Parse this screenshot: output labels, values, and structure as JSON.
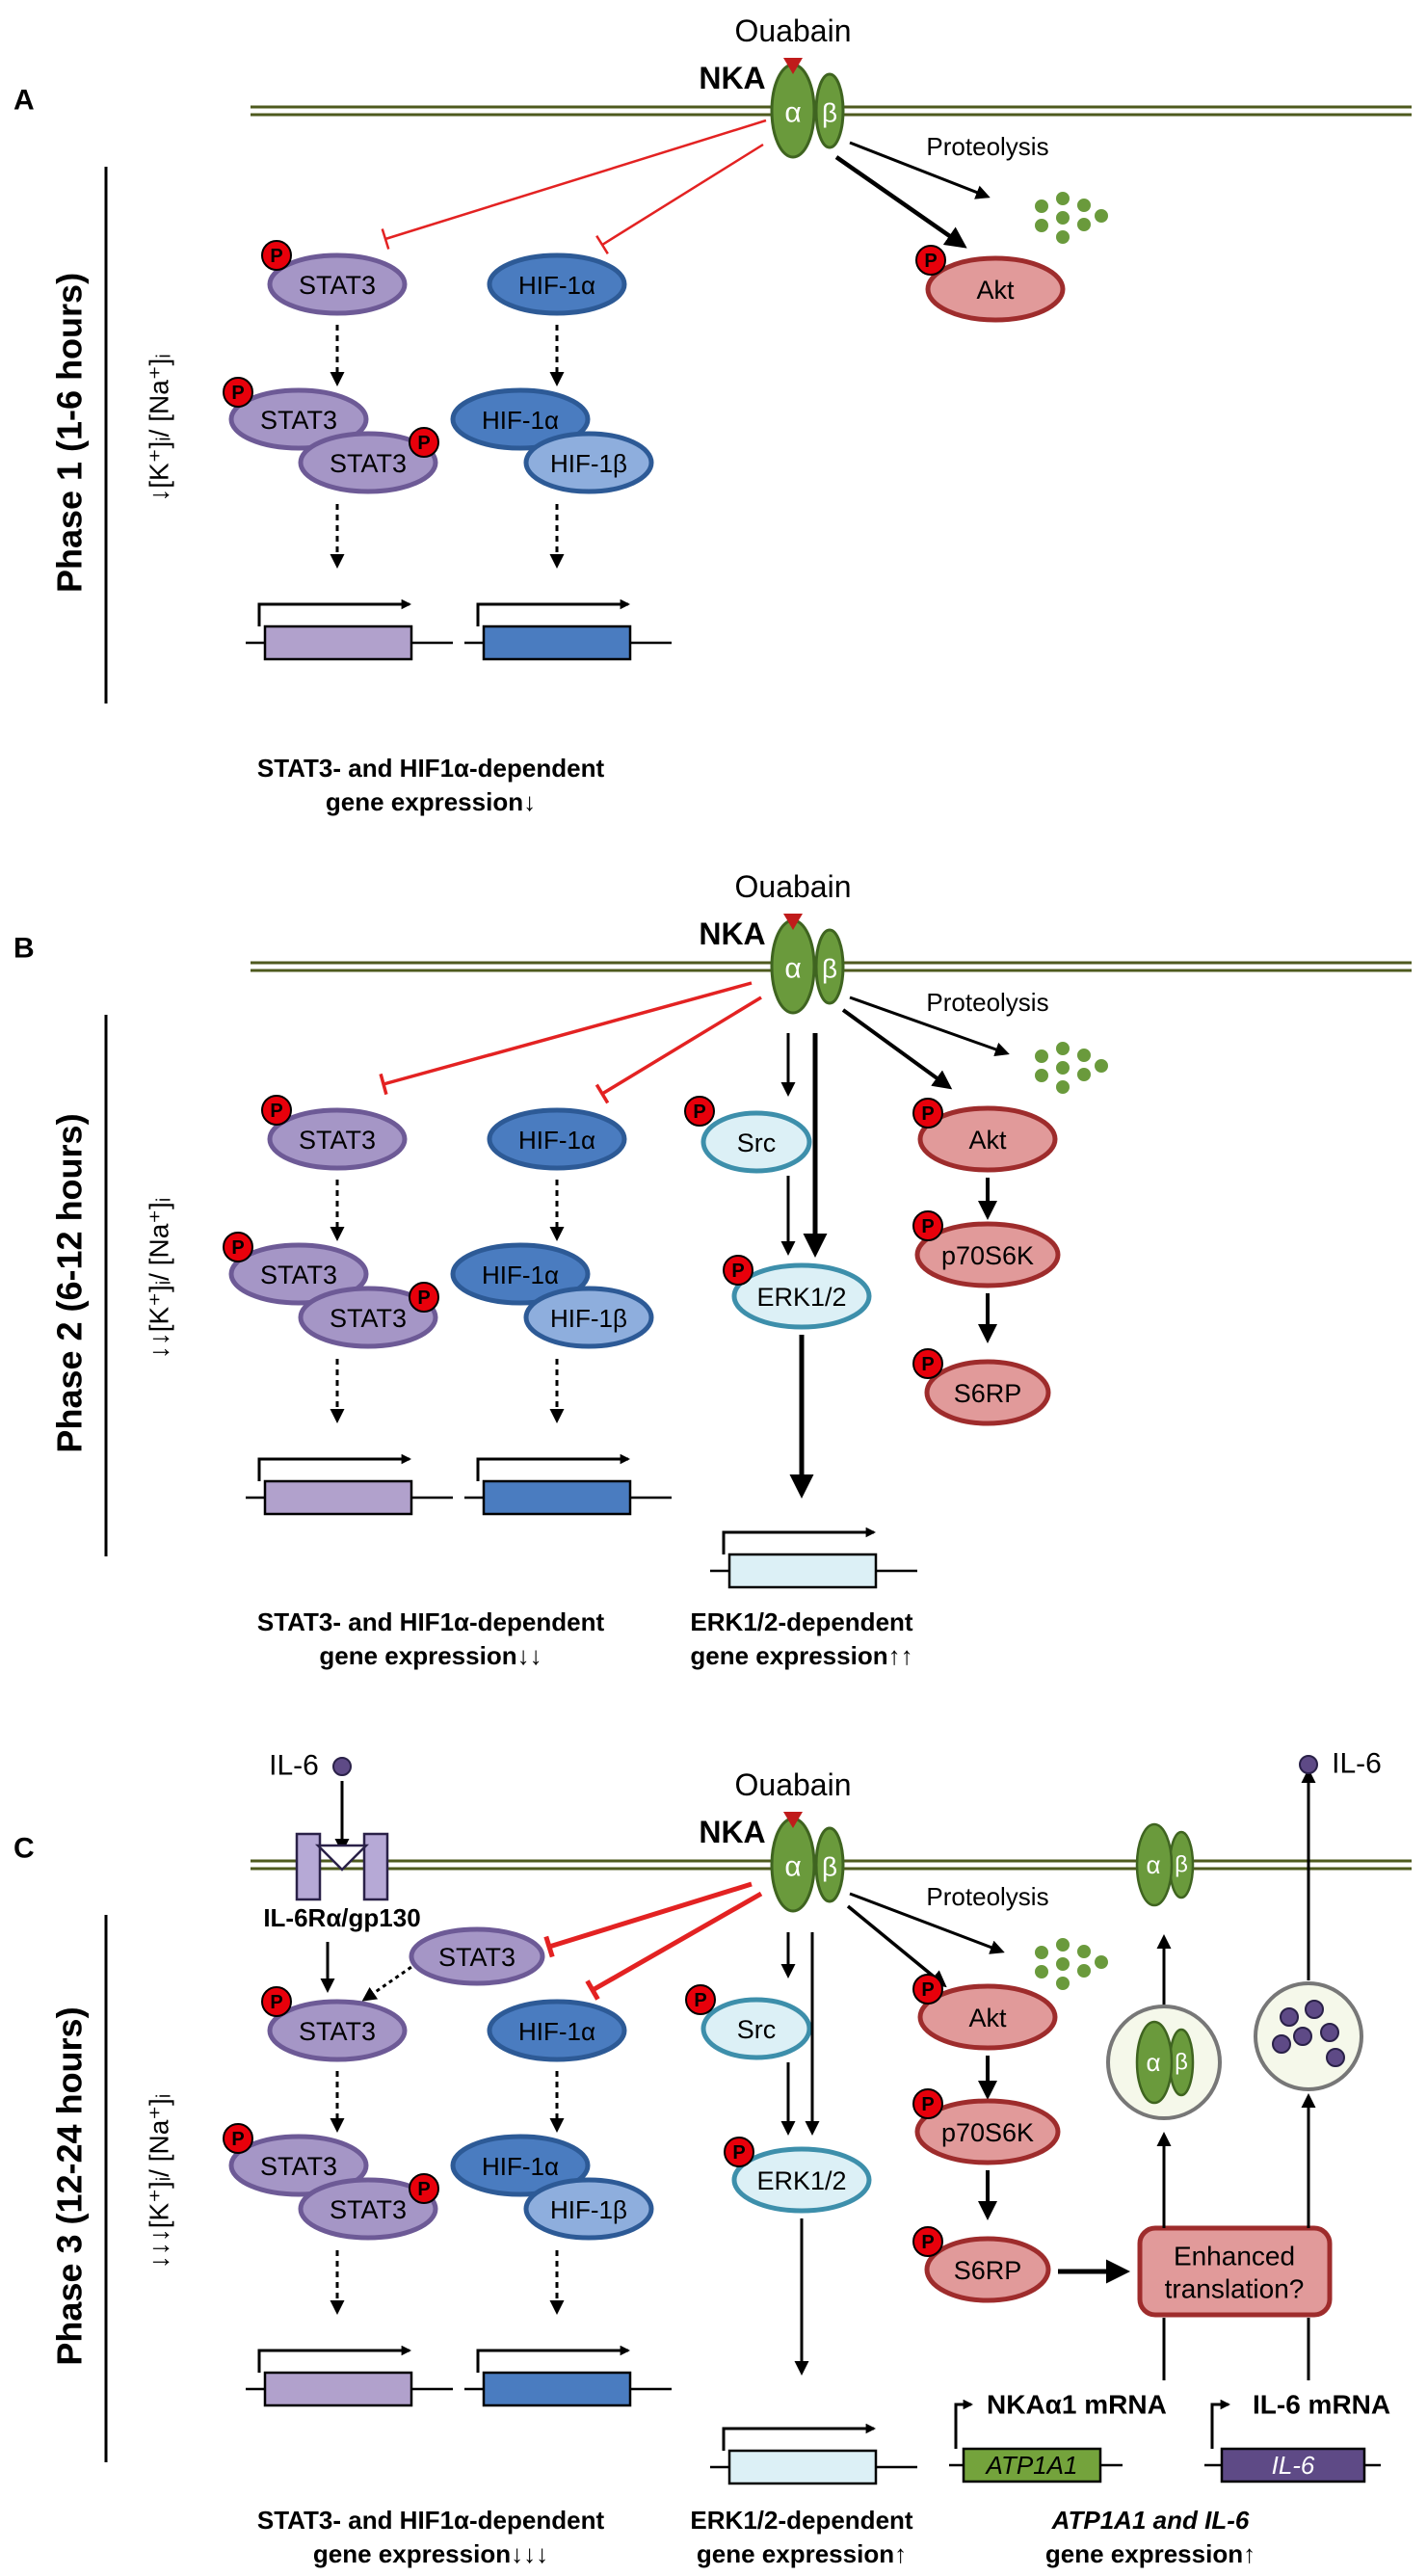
{
  "panels": [
    {
      "letter": "A",
      "phase": "Phase 1 (1-6 hours)",
      "ion": "↓[K⁺]ᵢ/ [Na⁺]ᵢ",
      "outputs": [
        {
          "line1": "STAT3- and HIF1α-dependent",
          "line2": "gene expression↓"
        }
      ]
    },
    {
      "letter": "B",
      "phase": "Phase 2 (6-12  hours)",
      "ion": "↓↓[K⁺]ᵢ/ [Na⁺]ᵢ",
      "outputs": [
        {
          "line1": "STAT3- and HIF1α-dependent",
          "line2": "gene expression↓↓"
        },
        {
          "line1": "ERK1/2-dependent",
          "line2": "gene expression↑↑"
        }
      ]
    },
    {
      "letter": "C",
      "phase": "Phase 3 (12-24 hours)",
      "ion": "↓↓↓[K⁺]ᵢ/ [Na⁺]ᵢ",
      "outputs": [
        {
          "line1": "STAT3- and HIF1α-dependent",
          "line2": "gene expression↓↓↓"
        },
        {
          "line1": "ERK1/2-dependent",
          "line2": "gene expression↑"
        },
        {
          "line1": "ATP1A1 and IL-6",
          "line2": "gene expression↑"
        }
      ]
    }
  ],
  "labels": {
    "ouabain": "Ouabain",
    "nka": "NKA",
    "alpha": "α",
    "beta": "β",
    "proteolysis": "Proteolysis",
    "p": "P",
    "stat3": "STAT3",
    "hif1a": "HIF-1α",
    "hif1b": "HIF-1β",
    "akt": "Akt",
    "src": "Src",
    "erk": "ERK1/2",
    "p70": "p70S6K",
    "s6rp": "S6RP",
    "il6": "IL-6",
    "il6r": "IL-6Rα/gp130",
    "enh1": "Enhanced",
    "enh2": "translation?",
    "nka_mrna": "NKAα1 mRNA",
    "il6_mrna": "IL-6 mRNA",
    "atp1a1": "ATP1A1",
    "il6_gene": "IL-6"
  },
  "colors": {
    "membrane": "#4e5a1e",
    "nka_fill": "#6a9a3c",
    "nka_stroke": "#3f6420",
    "stat3_fill": "#a596c6",
    "stat3_stroke": "#6d5a96",
    "hif1a_fill": "#4a7cc0",
    "hif1a_stroke": "#2d5a96",
    "hif1b_fill": "#8eaedd",
    "akt_fill": "#e19a9a",
    "akt_stroke": "#9e2c2c",
    "src_fill": "#dcf0f6",
    "src_stroke": "#3d8fab",
    "phospho": "#e8000b",
    "inhibit": "#e32222",
    "stat3_gene": "#b1a1cc",
    "hif_gene": "#4a7cc0",
    "erk_gene": "#dcf0f6",
    "atp1a1_gene": "#74a33c",
    "il6_gene_fill": "#5e4a86",
    "vesicle": "#f5f8ea"
  }
}
